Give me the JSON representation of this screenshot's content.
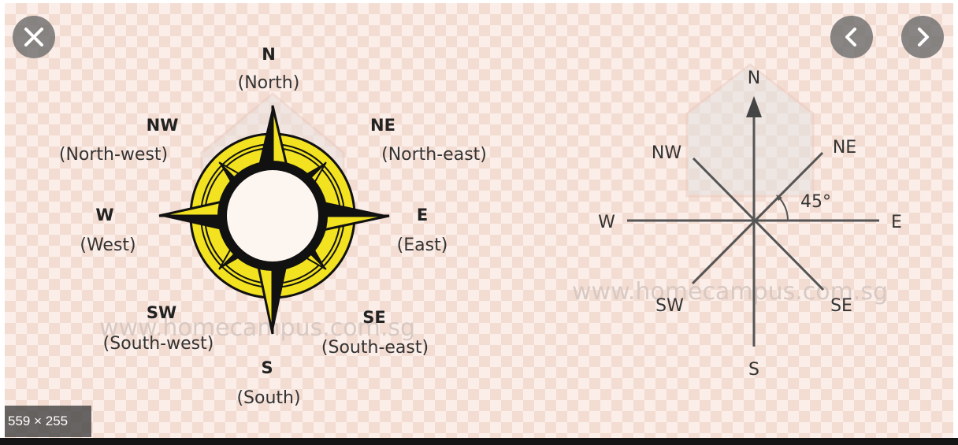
{
  "viewer": {
    "size_label": "559 × 255",
    "buttons": {
      "close": "close-icon",
      "previous": "chevron-left-icon",
      "next": "chevron-right-icon"
    }
  },
  "figure": {
    "watermark": "www.homecampus.com.sg",
    "compass_rose": {
      "colors": {
        "gold": "#f2e21f",
        "black": "#111111"
      },
      "points": {
        "n": {
          "abbr": "N",
          "name": "(North)"
        },
        "ne": {
          "abbr": "NE",
          "name": "(North-east)"
        },
        "e": {
          "abbr": "E",
          "name": "(East)"
        },
        "se": {
          "abbr": "SE",
          "name": "(South-east)"
        },
        "s": {
          "abbr": "S",
          "name": "(South)"
        },
        "sw": {
          "abbr": "SW",
          "name": "(South-west)"
        },
        "w": {
          "abbr": "W",
          "name": "(West)"
        },
        "nw": {
          "abbr": "NW",
          "name": "(North-west)"
        }
      }
    },
    "direction_diagram": {
      "labels": {
        "n": "N",
        "ne": "NE",
        "e": "E",
        "se": "SE",
        "s": "S",
        "sw": "SW",
        "w": "W",
        "nw": "NW"
      },
      "angle_label": "45°"
    }
  }
}
